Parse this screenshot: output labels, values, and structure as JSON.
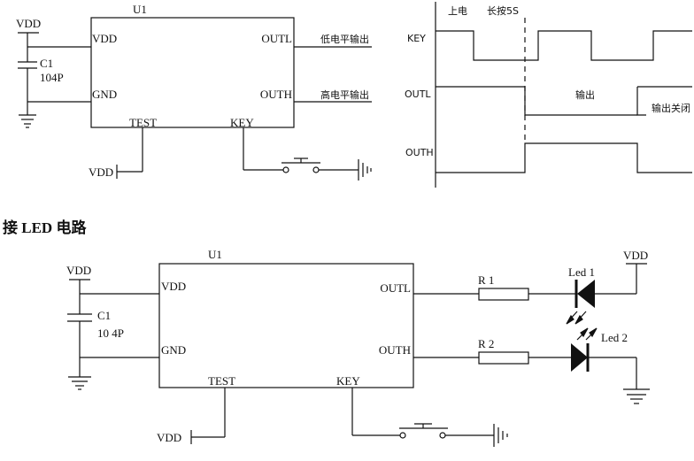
{
  "circuit1": {
    "chip": "U1",
    "vdd_top": "VDD",
    "cap_name": "C1",
    "cap_value": "104P",
    "pin_vdd": "VDD",
    "pin_gnd": "GND",
    "pin_test": "TEST",
    "pin_key": "KEY",
    "pin_outl": "OUTL",
    "pin_outh": "OUTH",
    "label_outl": "低电平输出",
    "label_outh": "高电平输出",
    "vdd_test": "VDD"
  },
  "timing": {
    "power_on": "上电",
    "long_press": "长按5S",
    "key": "KEY",
    "outl": "OUTL",
    "outh": "OUTH",
    "output": "输出",
    "output_off": "输出关闭"
  },
  "heading": "接 LED 电路",
  "circuit2": {
    "chip": "U1",
    "vdd_top": "VDD",
    "cap_name": "C1",
    "cap_value": "10 4P",
    "pin_vdd": "VDD",
    "pin_gnd": "GND",
    "pin_test": "TEST",
    "pin_key": "KEY",
    "pin_outl": "OUTL",
    "pin_outh": "OUTH",
    "r1": "R 1",
    "r2": "R 2",
    "led1": "Led 1",
    "led2": "Led 2",
    "vdd_led": "VDD",
    "vdd_test": "VDD"
  }
}
